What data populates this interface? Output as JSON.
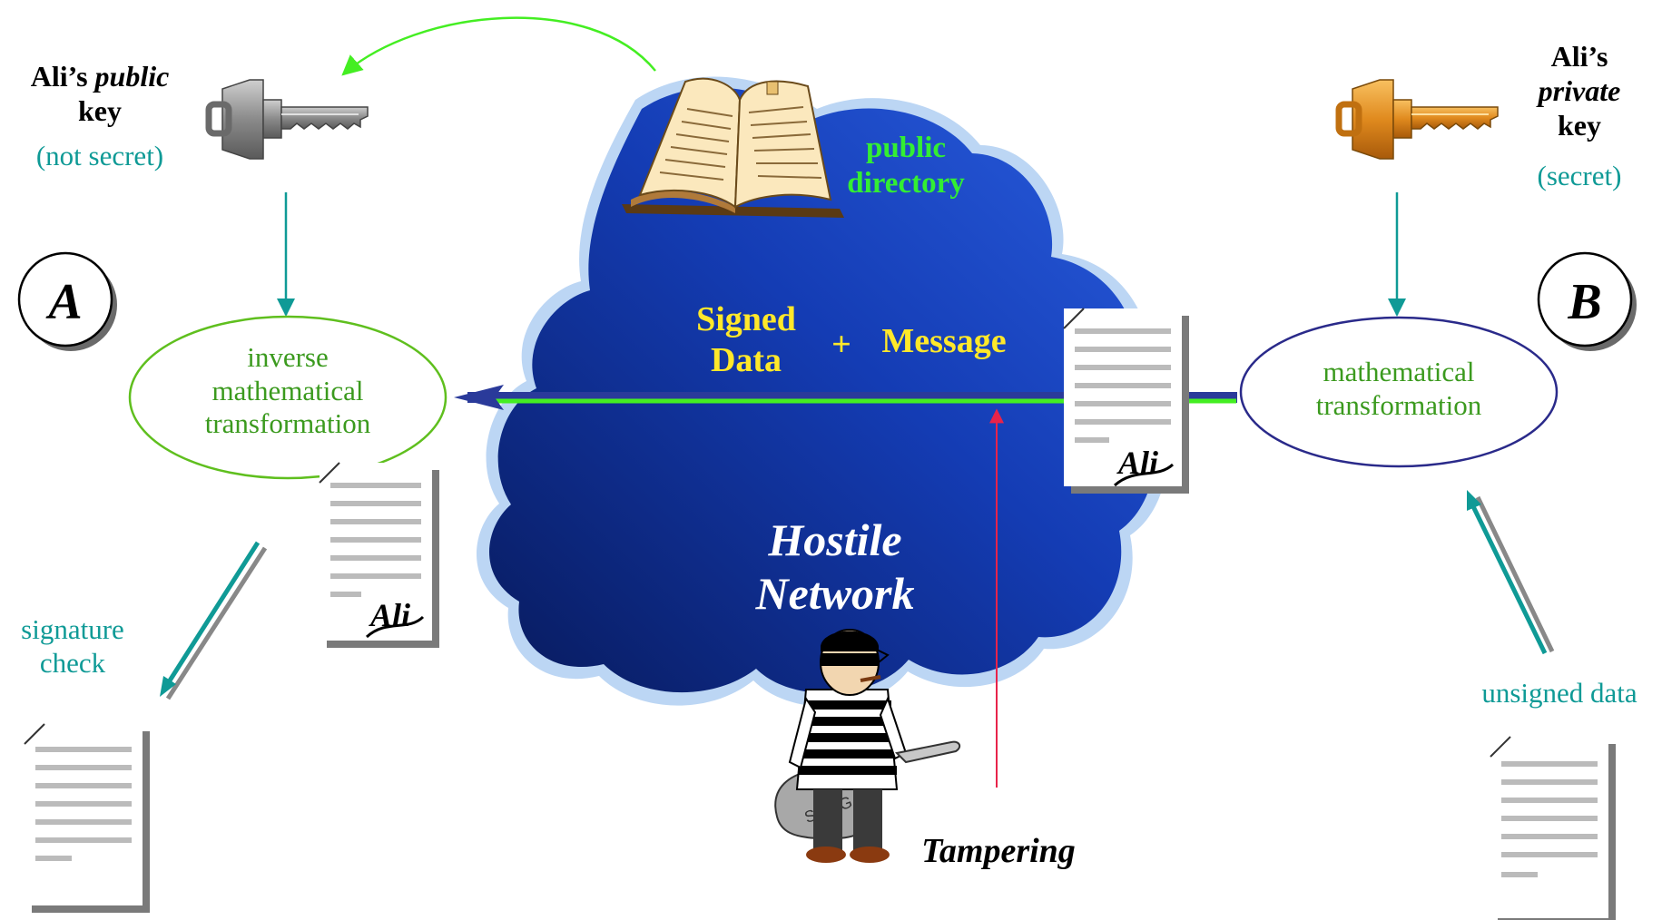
{
  "left_key": {
    "owner": "Ali’s",
    "qualifier": "public",
    "noun": "key",
    "note": "(not secret)"
  },
  "right_key": {
    "owner": "Ali’s",
    "qualifier": "private",
    "noun": "key",
    "note": "(secret)"
  },
  "party_a": "A",
  "party_b": "B",
  "inverse_transform": {
    "line1": "inverse",
    "line2": "mathematical",
    "line3": "transformation"
  },
  "forward_transform": {
    "line1": "mathematical",
    "line2": "transformation"
  },
  "directory": {
    "line1": "public",
    "line2": "directory"
  },
  "signed_data": {
    "line1": "Signed",
    "line2": "Data"
  },
  "plus": "+",
  "message": "Message",
  "network": {
    "line1": "Hostile",
    "line2": "Network"
  },
  "tampering": "Tampering",
  "signature_check": {
    "line1": "signature",
    "line2": "check"
  },
  "unsigned_data": "unsigned data",
  "signature_name": "Ali",
  "bag_text": "SWAG",
  "colors": {
    "cloud": "#1438b0",
    "cloud_dark": "#0a1c66",
    "teal": "#0f9a96",
    "green_arrow": "#33ee33",
    "red_arrow": "#e8234a",
    "key_gray": "#8a8a8a",
    "key_orange": "#e08a1e"
  }
}
